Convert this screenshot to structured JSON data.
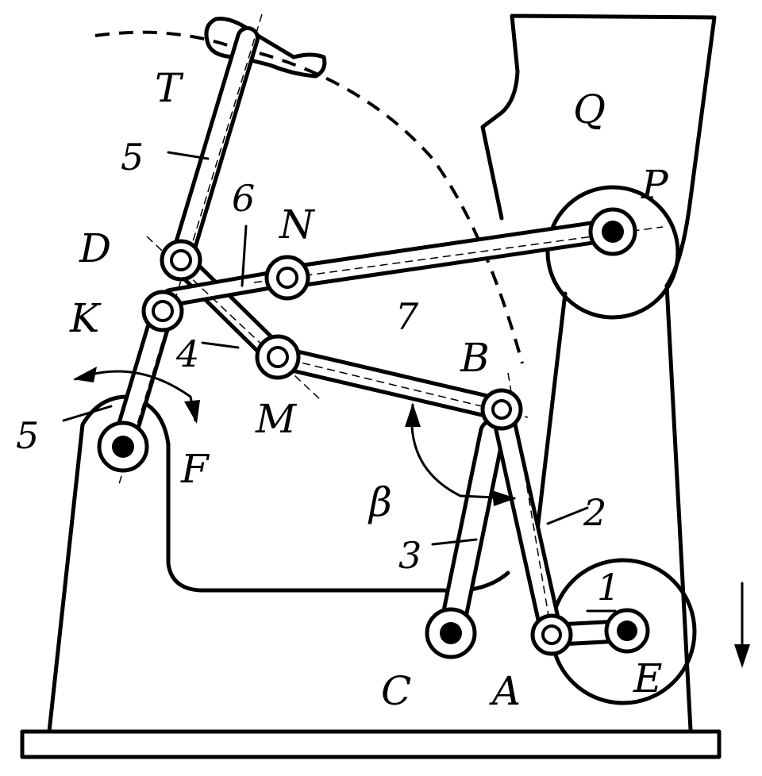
{
  "diagram": {
    "point_labels": {
      "T": "T",
      "D": "D",
      "N": "N",
      "K": "K",
      "M": "M",
      "B": "B",
      "F": "F",
      "C": "C",
      "A": "A",
      "E": "E",
      "P": "P",
      "Q": "Q"
    },
    "link_numbers": {
      "n5_top": "5",
      "n5_left": "5",
      "n6": "6",
      "n4": "4",
      "n7": "7",
      "n2": "2",
      "n3": "3",
      "n1": "1"
    },
    "angle_label": "β"
  }
}
